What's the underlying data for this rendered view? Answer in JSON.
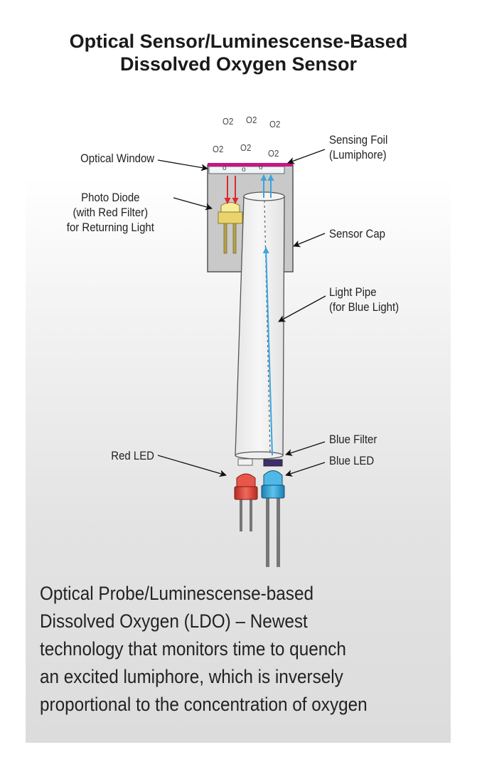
{
  "title": {
    "line1": "Optical Sensor/Luminescense-Based",
    "line2": "Dissolved Oxygen Sensor"
  },
  "molecules": [
    "O2",
    "O2",
    "O2",
    "O2",
    "O2",
    "O2"
  ],
  "labels": {
    "optical_window": "Optical Window",
    "sensing_foil": [
      "Sensing Foil",
      "(Lumiphore)"
    ],
    "photo_diode": [
      "Photo Diode",
      "(with Red Filter)",
      "for Returning Light"
    ],
    "sensor_cap": "Sensor Cap",
    "light_pipe": [
      "Light Pipe",
      "(for Blue Light)"
    ],
    "red_led": "Red LED",
    "blue_filter": "Blue Filter",
    "blue_led": "Blue LED"
  },
  "caption": [
    "Optical Probe/Luminescense-based",
    "Dissolved Oxygen (LDO) – Newest",
    "technology that monitors time to quench",
    "an excited lumiphore, which is inversely",
    "proportional to the concentration of oxygen"
  ],
  "colors": {
    "red_light": "#e0282c",
    "blue_light": "#3aa6dc",
    "sensing_foil": "#c8157f",
    "sensor_cap": "#c9c9c9",
    "photo_diode": "#f3e58a",
    "red_led": "#d9433a",
    "blue_led": "#2e9fd6"
  }
}
